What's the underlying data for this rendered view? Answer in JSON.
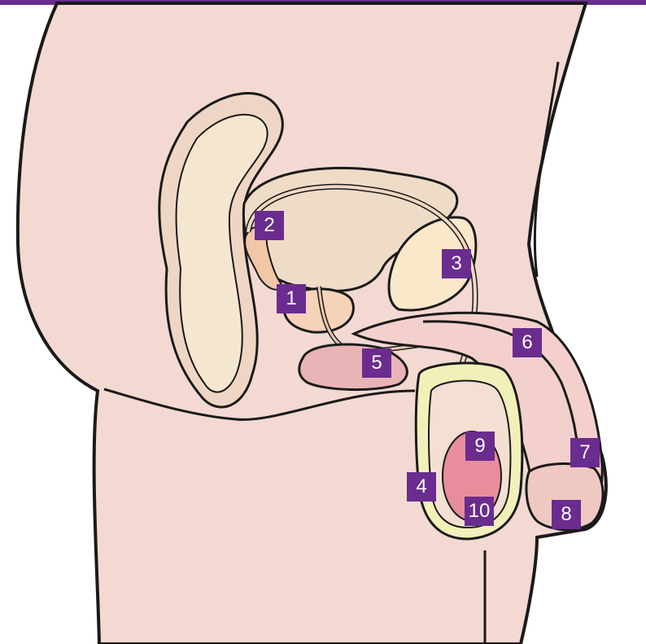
{
  "diagram": {
    "colors": {
      "skin": "#f3d9d1",
      "outline": "#1a1a1a",
      "tissue": "#f5e6cf",
      "bladder": "#efdcc7",
      "prostate": "#f6d2b8",
      "pinkTissue": "#e9b4b6",
      "testis": "#e88d9c",
      "scrotumInner": "#f2f0b9",
      "labelBg": "#6b2c8f",
      "labelText": "#ffffff",
      "topBar": "#6b2c8f"
    },
    "labels": [
      {
        "id": "1",
        "text": "1"
      },
      {
        "id": "2",
        "text": "2"
      },
      {
        "id": "3",
        "text": "3"
      },
      {
        "id": "4",
        "text": "4"
      },
      {
        "id": "5",
        "text": "5"
      },
      {
        "id": "6",
        "text": "6"
      },
      {
        "id": "7",
        "text": "7"
      },
      {
        "id": "8",
        "text": "8"
      },
      {
        "id": "9",
        "text": "9"
      },
      {
        "id": "10",
        "text": "10"
      }
    ]
  }
}
